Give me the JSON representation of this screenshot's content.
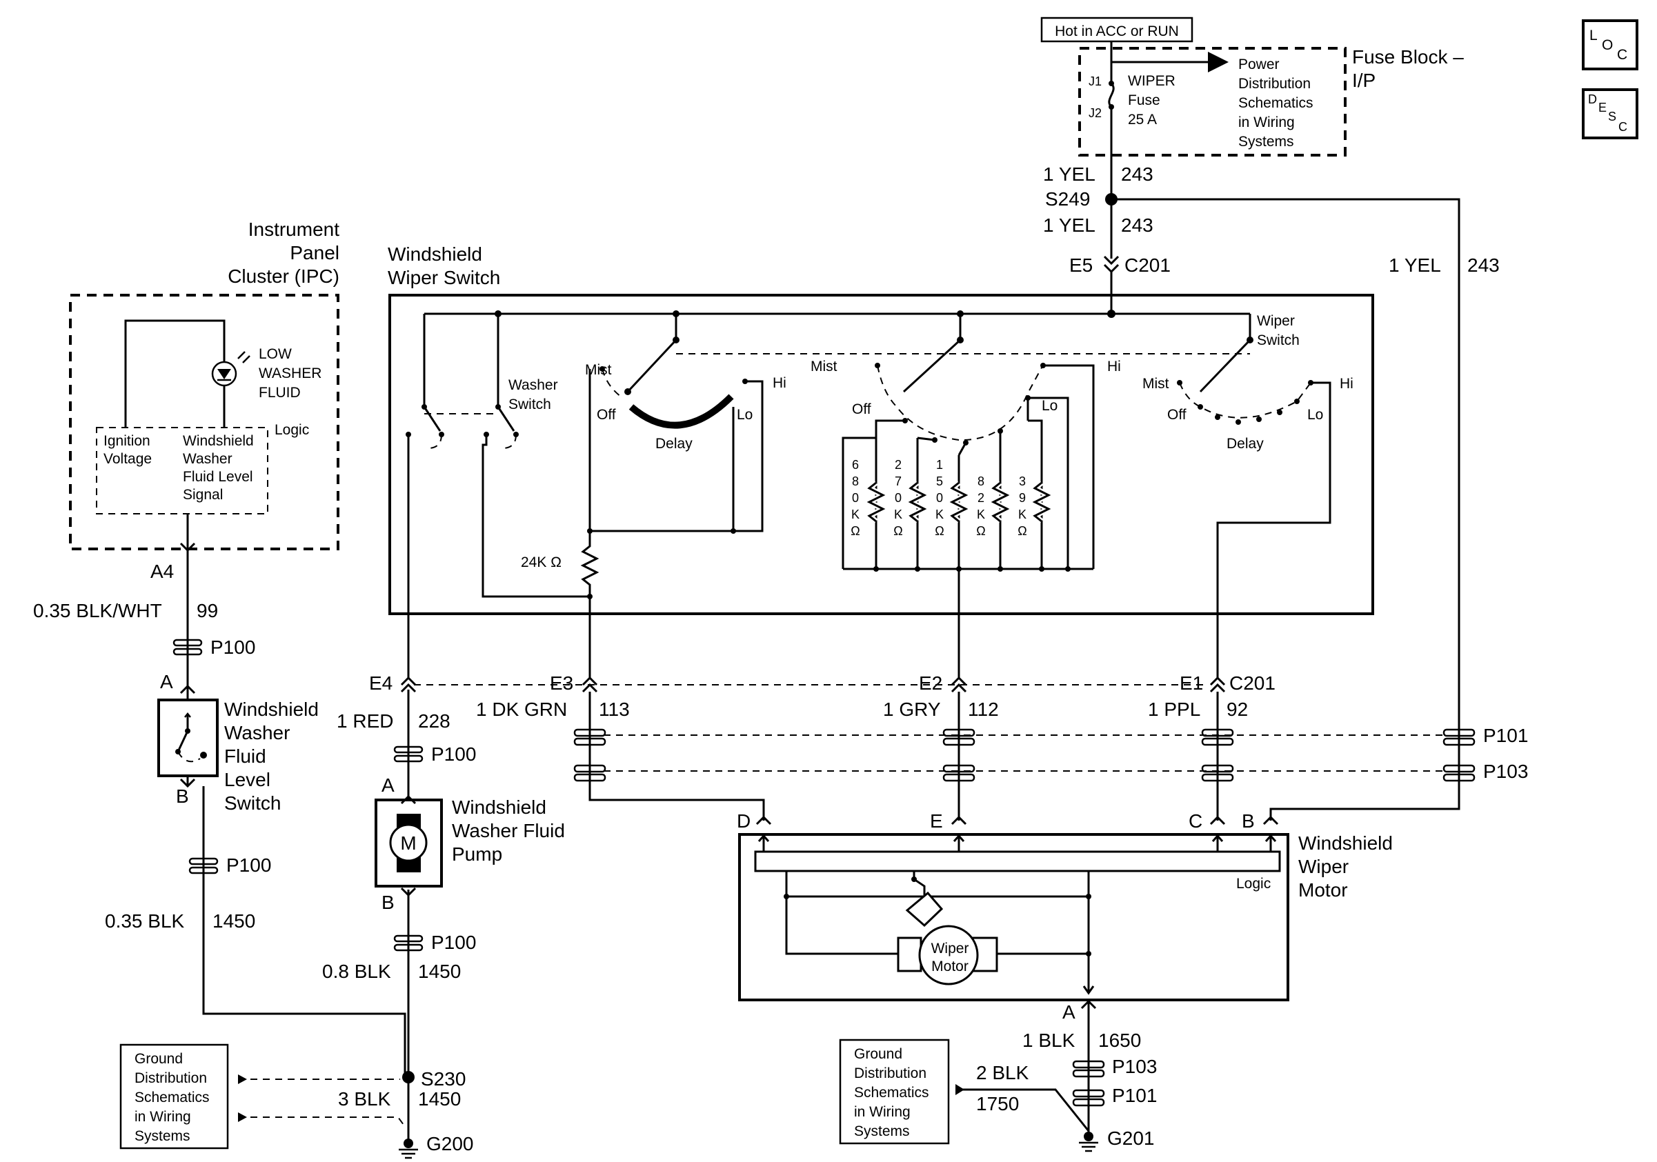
{
  "source": {
    "label": "Hot in ACC or RUN"
  },
  "fuse_block": {
    "name": "Fuse Block –",
    "name2": "I/P",
    "pin_j1": "J1",
    "pin_j2": "J2",
    "fuse_name": "WIPER",
    "fuse_word": "Fuse",
    "fuse_rating": "25 A",
    "power_ref": [
      "Power",
      "Distribution",
      "Schematics",
      "in Wiring",
      "Systems"
    ]
  },
  "icons": {
    "loc": "L O C",
    "desc": "D E S C"
  },
  "top_wires": {
    "a": {
      "gauge": "1 YEL",
      "circuit": "243"
    },
    "splice": "S249",
    "b": {
      "gauge": "1 YEL",
      "circuit": "243"
    },
    "connector": {
      "pin": "E5",
      "name": "C201"
    },
    "right": {
      "gauge": "1 YEL",
      "circuit": "243"
    }
  },
  "ipc": {
    "title": [
      "Instrument",
      "Panel",
      "Cluster (IPC)"
    ],
    "lamp": [
      "LOW",
      "WASHER",
      "FLUID"
    ],
    "ignition": [
      "Ignition",
      "Voltage"
    ],
    "signal": [
      "Windshield",
      "Washer",
      "Fluid Level",
      "Signal"
    ],
    "logic": "Logic"
  },
  "wiper_switch": {
    "title": [
      "Windshield",
      "Wiper Switch"
    ],
    "washer_switch": [
      "Washer",
      "Switch"
    ],
    "wiper_switch_label": [
      "Wiper",
      "Switch"
    ],
    "positions": {
      "mist": "Mist",
      "off": "Off",
      "delay": "Delay",
      "lo": "Lo",
      "hi": "Hi"
    },
    "resistor_24k": "24K Ω",
    "resistors": [
      [
        "6",
        "8",
        "0",
        "K",
        "Ω"
      ],
      [
        "2",
        "7",
        "0",
        "K",
        "Ω"
      ],
      [
        "1",
        "5",
        "0",
        "K",
        "Ω"
      ],
      [
        "8",
        "2",
        "K",
        "Ω"
      ],
      [
        "3",
        "9",
        "K",
        "Ω"
      ]
    ]
  },
  "c201": {
    "e4": "E4",
    "e3": "E3",
    "e2": "E2",
    "e1": "E1",
    "name": "C201"
  },
  "left_circuit": {
    "a4": "A4",
    "wire": {
      "gauge": "0.35 BLK/WHT",
      "circuit": "99"
    },
    "p100_1": "P100",
    "pin_a": "A",
    "pin_b": "B",
    "level_switch": [
      "Windshield",
      "Washer",
      "Fluid",
      "Level",
      "Switch"
    ],
    "p100_2": "P100",
    "wire2": {
      "gauge": "0.35 BLK",
      "circuit": "1450"
    }
  },
  "pump_circuit": {
    "wire": {
      "gauge": "1 RED",
      "circuit": "228"
    },
    "p100_1": "P100",
    "pin_a": "A",
    "motor": "M",
    "pump": [
      "Windshield",
      "Washer Fluid",
      "Pump"
    ],
    "pin_b": "B",
    "p100_2": "P100",
    "wire2": {
      "gauge": "0.8 BLK",
      "circuit": "1450"
    },
    "splice": "S230",
    "wire3": {
      "gauge": "3 BLK",
      "circuit": "1450"
    },
    "ground": "G200"
  },
  "ground_ref_left": [
    "Ground",
    "Distribution",
    "Schematics",
    "in Wiring",
    "Systems"
  ],
  "motor_wires": {
    "dkgrn": {
      "gauge": "1 DK GRN",
      "circuit": "113"
    },
    "gry": {
      "gauge": "1 GRY",
      "circuit": "112"
    },
    "ppl": {
      "gauge": "1 PPL",
      "circuit": "92"
    },
    "p101": "P101",
    "p103": "P103"
  },
  "wiper_motor": {
    "title": [
      "Windshield",
      "Wiper",
      "Motor"
    ],
    "pins": {
      "d": "D",
      "e": "E",
      "c": "C",
      "b": "B",
      "a": "A"
    },
    "logic": "Logic",
    "motor": [
      "Wiper",
      "Motor"
    ]
  },
  "motor_ground": {
    "wire": {
      "gauge": "1 BLK",
      "circuit": "1650"
    },
    "p103": "P103",
    "p101": "P101",
    "wire2": {
      "gauge": "2 BLK",
      "circuit": "1750"
    },
    "ground": "G201"
  },
  "ground_ref_right": [
    "Ground",
    "Distribution",
    "Schematics",
    "in Wiring",
    "Systems"
  ]
}
